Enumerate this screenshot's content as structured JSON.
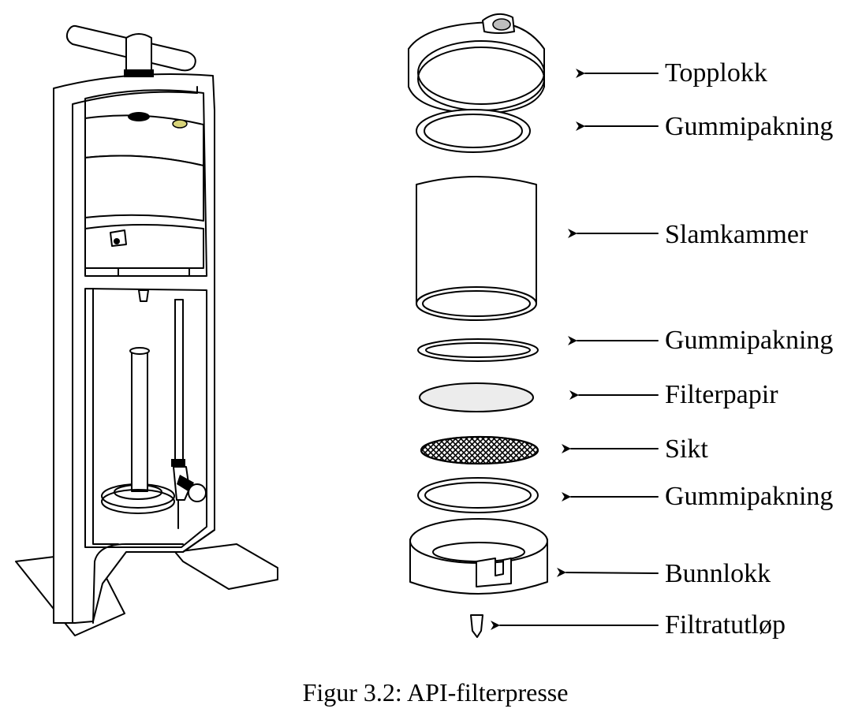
{
  "labels": [
    "Topplokk",
    "Gummipakning",
    "Slamkammer",
    "Gummipakning",
    "Filterpapir",
    "Sikt",
    "Gummipakning",
    "Bunnlokk",
    "Filtratutløp"
  ],
  "caption": "Figur 3.2: API-filterpresse",
  "colors": {
    "line": "#000000",
    "background": "#ffffff",
    "filter_paper": "#ececec",
    "valve_cap": "#bdbdbd"
  }
}
